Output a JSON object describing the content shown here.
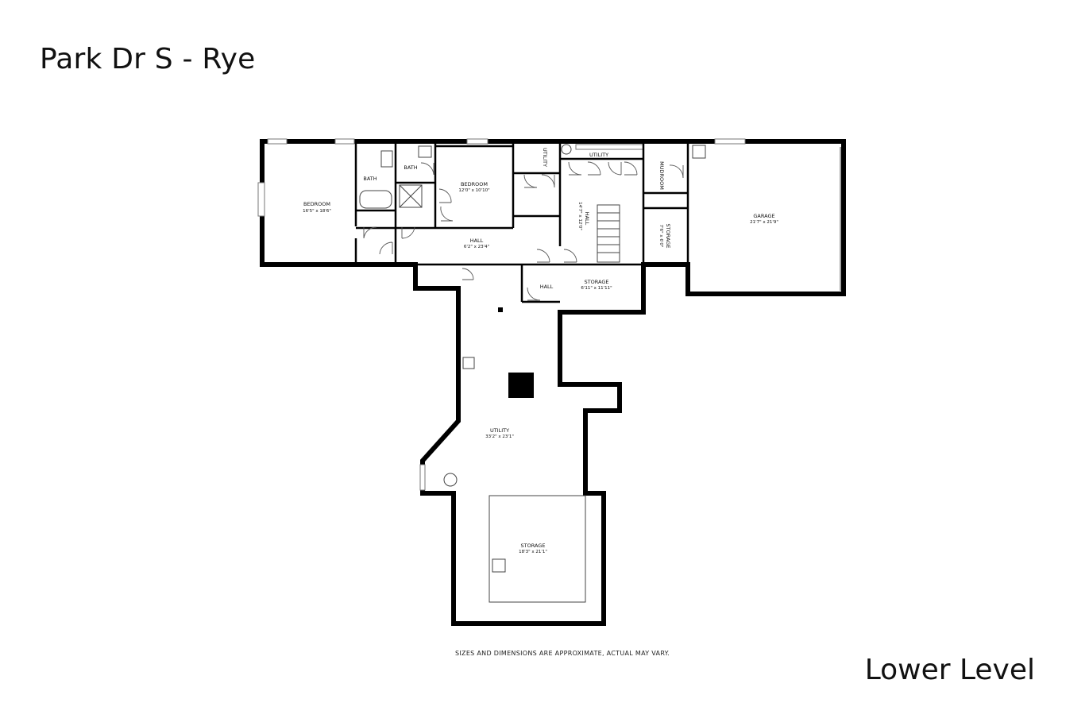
{
  "header": {
    "title": "Park Dr S - Rye"
  },
  "footer": {
    "level": "Lower Level",
    "disclaimer": "SIZES AND DIMENSIONS ARE APPROXIMATE, ACTUAL MAY VARY."
  },
  "rooms": {
    "bedroom1": {
      "name": "BEDROOM",
      "dims": "16'5\" x 18'6\""
    },
    "bath1": {
      "name": "BATH"
    },
    "bath2": {
      "name": "BATH"
    },
    "bedroom2": {
      "name": "BEDROOM",
      "dims": "12'0\" x 10'10\""
    },
    "utility_closet": {
      "name": "UTILITY"
    },
    "utility_top": {
      "name": "UTILITY"
    },
    "mudroom": {
      "name": "MUDROOM"
    },
    "garage": {
      "name": "GARAGE",
      "dims": "21'7\" x 21'9\""
    },
    "hall_main": {
      "name": "HALL",
      "dims": "6'2\" x 23'4\""
    },
    "hall_vertical": {
      "name": "HALL",
      "dims": "14'7\" x 12'0\""
    },
    "storage_small": {
      "name": "STORAGE",
      "dims": "7'6\" x 6'0\""
    },
    "hall_small": {
      "name": "HALL"
    },
    "storage_mid": {
      "name": "STORAGE",
      "dims": "6'11\" x 11'11\""
    },
    "utility_main": {
      "name": "UTILITY",
      "dims": "33'2\" x 23'1\""
    },
    "storage_large": {
      "name": "STORAGE",
      "dims": "18'3\" x 21'1\""
    }
  },
  "colors": {
    "wall": "#000000",
    "background": "#ffffff",
    "text": "#111111"
  }
}
